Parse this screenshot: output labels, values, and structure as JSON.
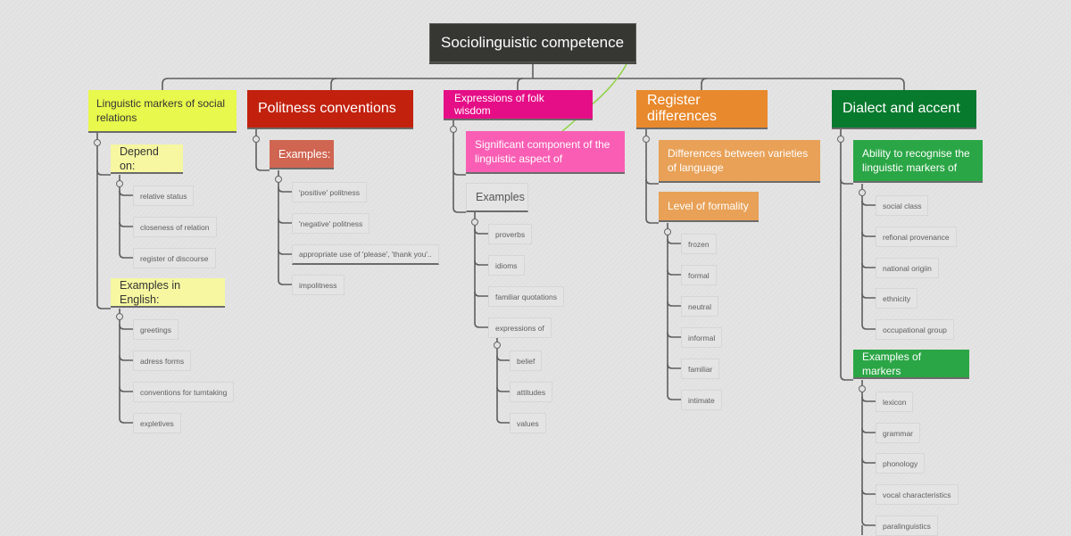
{
  "root": {
    "label": "Sociolinguistic competence"
  },
  "colors": {
    "root": "#363632",
    "social": "#e8f84c",
    "social_sub": "#f6f7a0",
    "politeness": "#c2210e",
    "politeness_sub": "#d06551",
    "folk": "#e50e87",
    "folk_sub": "#f95eb4",
    "register": "#e8892d",
    "register_sub": "#e8a157",
    "dialect": "#087a2e",
    "dialect_sub": "#2ba646",
    "connector": "#5e5e5e",
    "relation_line": "#8cd23e"
  },
  "branches": [
    {
      "label": "Linguistic markers of social relations",
      "groups": [
        {
          "label": "Depend on:",
          "items": [
            "relative status",
            "closeness of relation",
            "register of discourse"
          ]
        },
        {
          "label": "Examples in English:",
          "items": [
            "greetings",
            "adress forms",
            "conventions for turntaking",
            "expletives"
          ]
        }
      ]
    },
    {
      "label": "Politness conventions",
      "groups": [
        {
          "label": "Examples:",
          "items": [
            "'positive' politness",
            "'negative' politness",
            "appropriate use of 'please', 'thank you'..",
            "impolitness"
          ]
        }
      ]
    },
    {
      "label": "Expressions of folk wisdom",
      "groups": [
        {
          "label": "Significant component of the linguistic aspect of",
          "items": []
        },
        {
          "label": "Examples",
          "items": [
            "proverbs",
            "idioms",
            "familiar quotations",
            "expressions of"
          ],
          "sub_items": [
            "belief",
            "attitudes",
            "values"
          ]
        }
      ]
    },
    {
      "label": "Register differences",
      "groups": [
        {
          "label": "Differences between varieties of language",
          "items": []
        },
        {
          "label": "Level of formality",
          "items": [
            "frozen",
            "formal",
            "neutral",
            "informal",
            "familiar",
            "intimate"
          ]
        }
      ]
    },
    {
      "label": "Dialect and accent",
      "groups": [
        {
          "label": "Ability to recognise the linguistic markers of",
          "items": [
            "social class",
            "refional provenance",
            "national origiin",
            "ethnicity",
            "occupational group"
          ]
        },
        {
          "label": "Examples of markers",
          "items": [
            "lexicon",
            "grammar",
            "phonology",
            "vocal characteristics",
            "paralinguistics"
          ]
        }
      ]
    }
  ]
}
